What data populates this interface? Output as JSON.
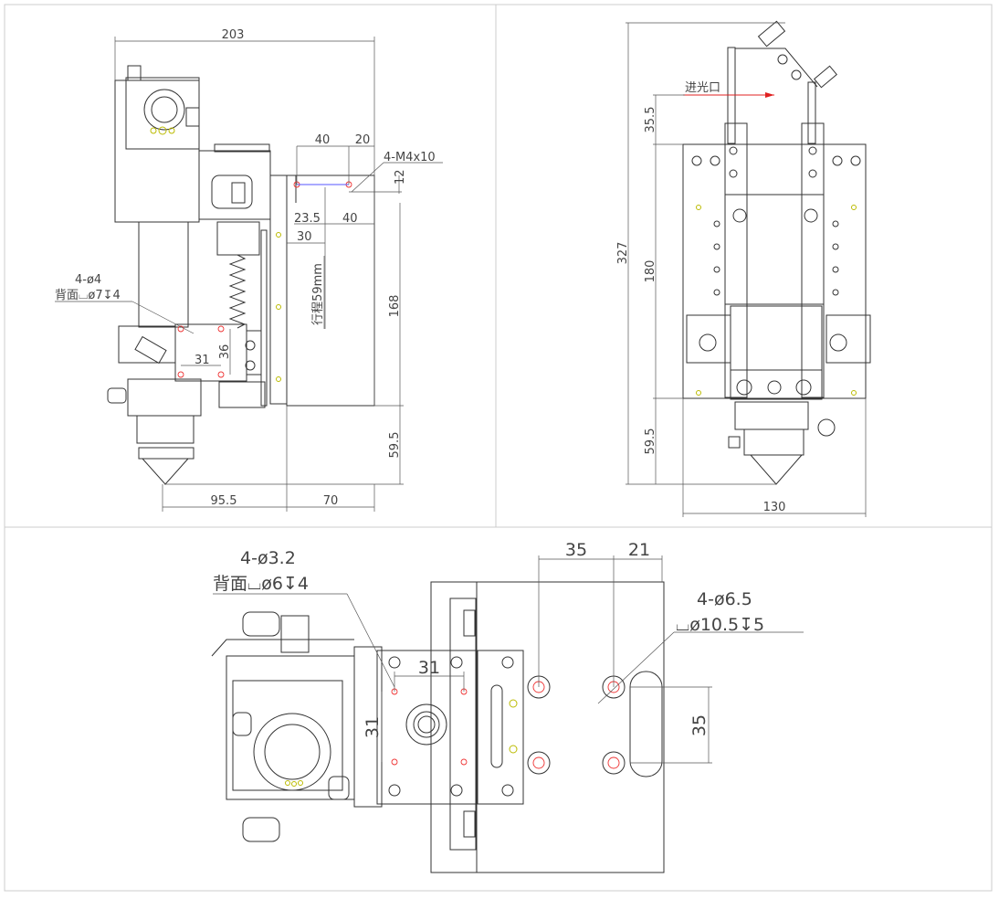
{
  "side_view": {
    "dims": {
      "width_total": "203",
      "d40_top": "40",
      "d20_top": "20",
      "thread_holes": "4-M4x10",
      "d12": "12",
      "d23_5": "23.5",
      "d40_mid": "40",
      "d30": "30",
      "stroke": "行程59mm",
      "d168": "168",
      "holes_count": "4-ø4",
      "holes_back": "背面⌴ø7↧4",
      "d36": "36",
      "d31": "31",
      "d59_5": "59.5",
      "d95_5": "95.5",
      "d70": "70"
    }
  },
  "front_view": {
    "dims": {
      "light_inlet": "进光口",
      "d35_5": "35.5",
      "d327": "327",
      "d180": "180",
      "d59_5": "59.5",
      "d130": "130"
    },
    "accent_color": "#e02020"
  },
  "top_view": {
    "dims": {
      "holes_count": "4-ø3.2",
      "holes_back": "背面⌴ø6↧4",
      "d31_h": "31",
      "d31_v": "31",
      "d35_top": "35",
      "d21_top": "21",
      "big_holes": "4-ø6.5",
      "big_holes_cb": "⌴ø10.5↧5",
      "d35_v": "35"
    }
  }
}
